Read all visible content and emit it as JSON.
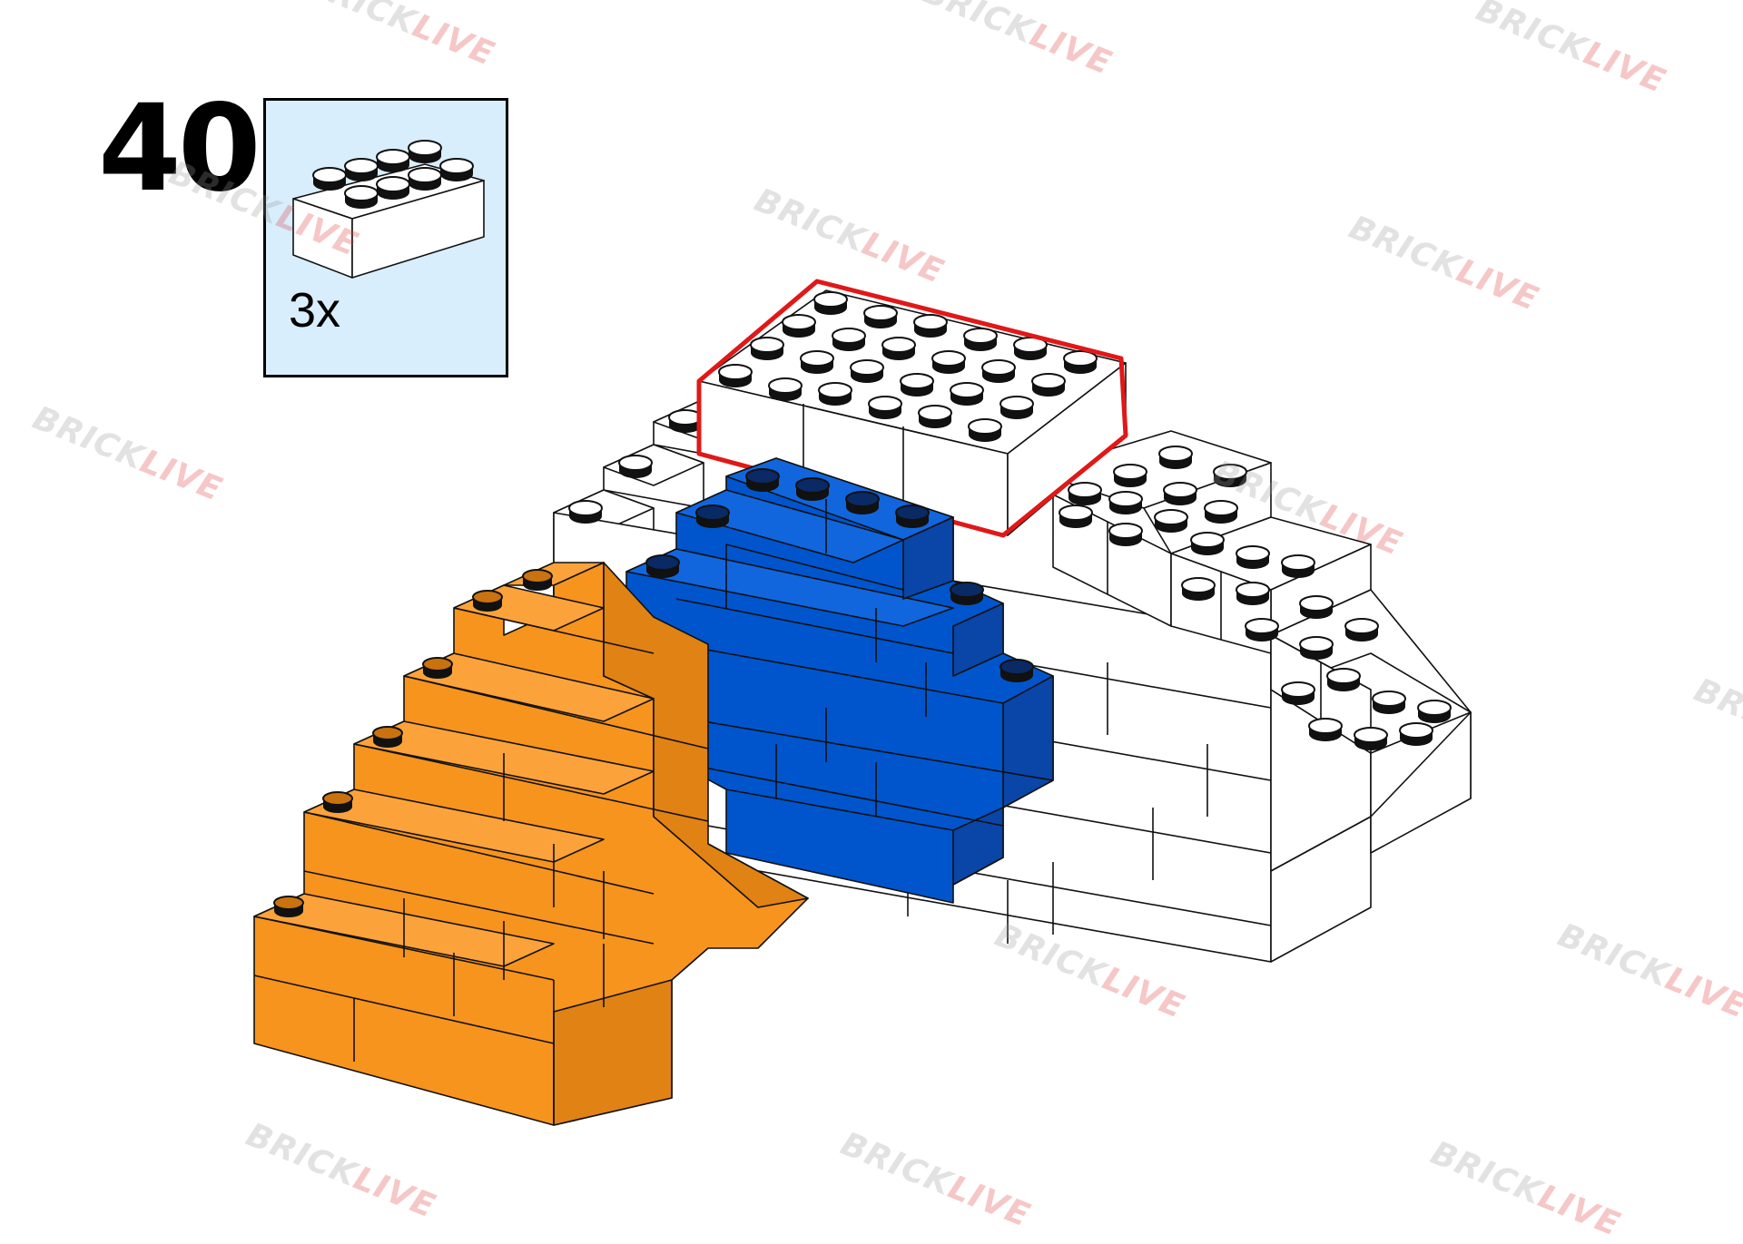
{
  "step": {
    "number": "40"
  },
  "parts": [
    {
      "name": "brick-2x4",
      "color": "#ffffff",
      "quantity": "3x"
    }
  ],
  "watermark": {
    "part1": "BRICK",
    "part2": "LIVE"
  },
  "colors": {
    "white_brick": "#ffffff",
    "blue_brick": "#0055cc",
    "orange_brick": "#f7941d",
    "highlight": "#e01818",
    "parts_box_bg": "#d8eefc",
    "outline": "#111111"
  }
}
